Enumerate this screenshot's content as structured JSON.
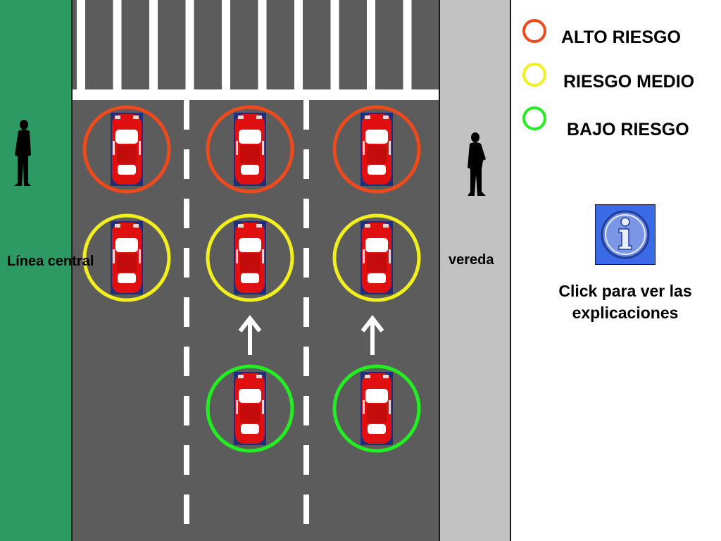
{
  "labels": {
    "median": "Línea central",
    "sidewalk": "vereda"
  },
  "legend": [
    {
      "text": "ALTO RIESGO",
      "color": "#ef4a1b"
    },
    {
      "text": "RIESGO MEDIO",
      "color": "#f2ef1f"
    },
    {
      "text": "BAJO RIESGO",
      "color": "#22ee22"
    }
  ],
  "info": {
    "caption": "Click para ver las explicaciones",
    "icon": "info-icon"
  },
  "colors": {
    "median": "#2e9a63",
    "road": "#5c5c5c",
    "sidewalk": "#c2c2c2",
    "car": "#e01010",
    "info_button": "#3b6ae6"
  },
  "cars": [
    {
      "lane": 1,
      "row": 1,
      "risk": "ALTO RIESGO"
    },
    {
      "lane": 2,
      "row": 1,
      "risk": "ALTO RIESGO"
    },
    {
      "lane": 3,
      "row": 1,
      "risk": "ALTO RIESGO"
    },
    {
      "lane": 1,
      "row": 2,
      "risk": "RIESGO MEDIO"
    },
    {
      "lane": 2,
      "row": 2,
      "risk": "RIESGO MEDIO"
    },
    {
      "lane": 3,
      "row": 2,
      "risk": "RIESGO MEDIO"
    },
    {
      "lane": 2,
      "row": 3,
      "risk": "BAJO RIESGO"
    },
    {
      "lane": 3,
      "row": 3,
      "risk": "BAJO RIESGO"
    }
  ]
}
